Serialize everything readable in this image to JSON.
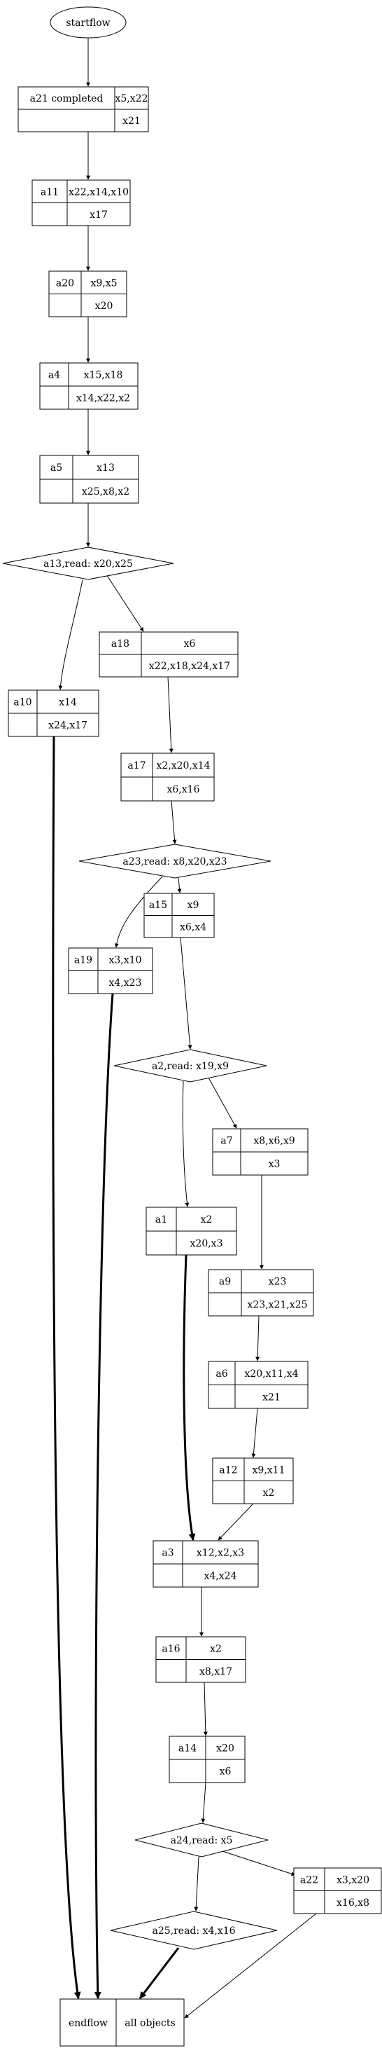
{
  "start": "startflow",
  "end": {
    "left": "endflow",
    "right": "all objects"
  },
  "boxes": [
    {
      "id": "a21",
      "tl": "a21 completed",
      "tr": "x5,x22",
      "br": "x21"
    },
    {
      "id": "a11",
      "tl": "a11",
      "tr": "x22,x14,x10",
      "br": "x17"
    },
    {
      "id": "a20",
      "tl": "a20",
      "tr": "x9,x5",
      "br": "x20"
    },
    {
      "id": "a4",
      "tl": "a4",
      "tr": "x15,x18",
      "br": "x14,x22,x2"
    },
    {
      "id": "a5",
      "tl": "a5",
      "tr": "x13",
      "br": "x25,x8,x2"
    },
    {
      "id": "a18",
      "tl": "a18",
      "tr": "x6",
      "br": "x22,x18,x24,x17"
    },
    {
      "id": "a10",
      "tl": "a10",
      "tr": "x14",
      "br": "x24,x17"
    },
    {
      "id": "a17",
      "tl": "a17",
      "tr": "x2,x20,x14",
      "br": "x6,x16"
    },
    {
      "id": "a15",
      "tl": "a15",
      "tr": "x9",
      "br": "x6,x4"
    },
    {
      "id": "a19",
      "tl": "a19",
      "tr": "x3,x10",
      "br": "x4,x23"
    },
    {
      "id": "a7",
      "tl": "a7",
      "tr": "x8,x6,x9",
      "br": "x3"
    },
    {
      "id": "a1",
      "tl": "a1",
      "tr": "x2",
      "br": "x20,x3"
    },
    {
      "id": "a9",
      "tl": "a9",
      "tr": "x23",
      "br": "x23,x21,x25"
    },
    {
      "id": "a6",
      "tl": "a6",
      "tr": "x20,x11,x4",
      "br": "x21"
    },
    {
      "id": "a12",
      "tl": "a12",
      "tr": "x9,x11",
      "br": "x2"
    },
    {
      "id": "a3",
      "tl": "a3",
      "tr": "x12,x2,x3",
      "br": "x4,x24"
    },
    {
      "id": "a16",
      "tl": "a16",
      "tr": "x2",
      "br": "x8,x17"
    },
    {
      "id": "a14",
      "tl": "a14",
      "tr": "x20",
      "br": "x6"
    },
    {
      "id": "a22",
      "tl": "a22",
      "tr": "x3,x20",
      "br": "x16,x8"
    }
  ],
  "decisions": [
    {
      "id": "a13",
      "label": "a13,read: x20,x25"
    },
    {
      "id": "a23",
      "label": "a23,read: x8,x20,x23"
    },
    {
      "id": "a2",
      "label": "a2,read: x19,x9"
    },
    {
      "id": "a24",
      "label": "a24,read: x5"
    },
    {
      "id": "a25",
      "label": "a25,read: x4,x16"
    }
  ]
}
